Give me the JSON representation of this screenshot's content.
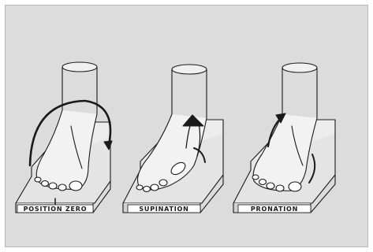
{
  "figure": {
    "panels": [
      {
        "label": "POSITION ZERO",
        "icon": "foot-neutral-icon"
      },
      {
        "label": "SUPINATION",
        "icon": "foot-supination-icon"
      },
      {
        "label": "PRONATION",
        "icon": "foot-pronation-icon"
      }
    ]
  },
  "colors": {
    "background": "#dcdcdc",
    "border": "#b9b9b9",
    "ink": "#1a1a1a"
  }
}
